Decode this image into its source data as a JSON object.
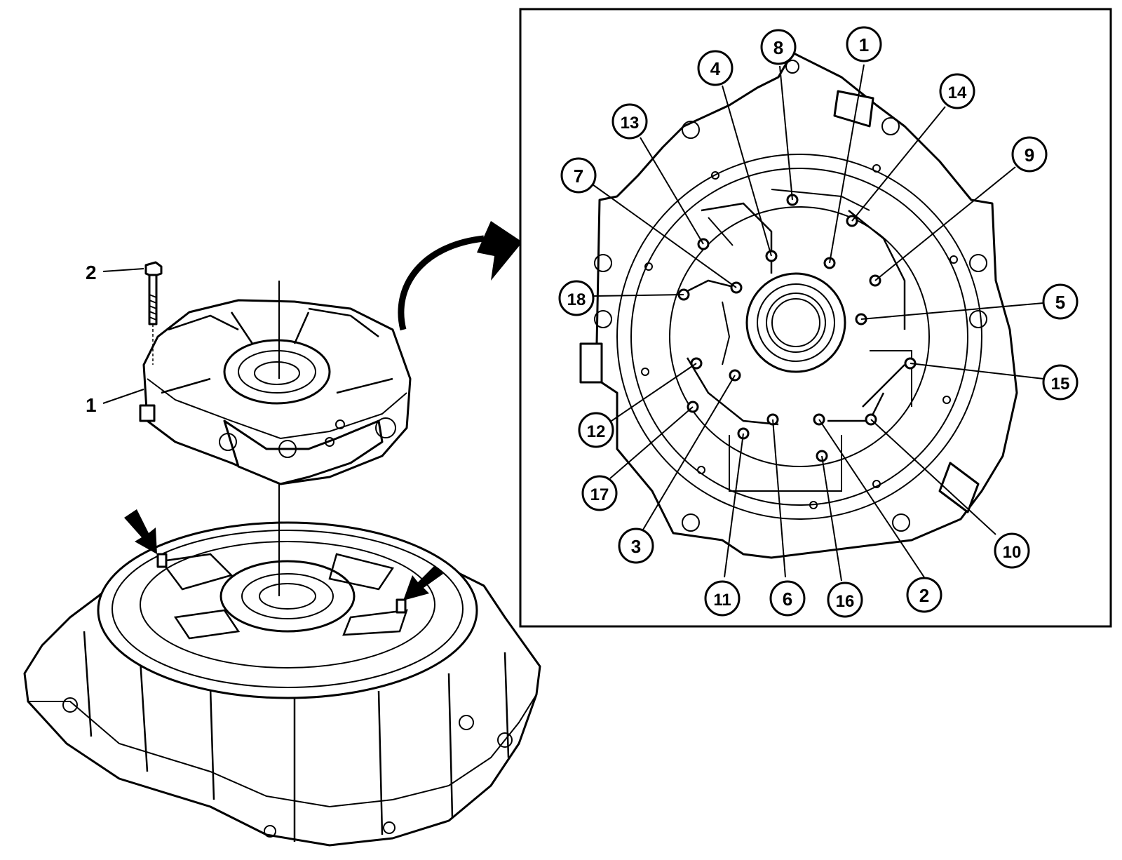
{
  "exploded_view": {
    "callouts": [
      {
        "id": "bolt",
        "label": "2"
      },
      {
        "id": "pump",
        "label": "1"
      }
    ]
  },
  "detail_view": {
    "callouts": [
      {
        "label": "1"
      },
      {
        "label": "2"
      },
      {
        "label": "3"
      },
      {
        "label": "4"
      },
      {
        "label": "5"
      },
      {
        "label": "6"
      },
      {
        "label": "7"
      },
      {
        "label": "8"
      },
      {
        "label": "9"
      },
      {
        "label": "10"
      },
      {
        "label": "11"
      },
      {
        "label": "12"
      },
      {
        "label": "13"
      },
      {
        "label": "14"
      },
      {
        "label": "15"
      },
      {
        "label": "16"
      },
      {
        "label": "17"
      },
      {
        "label": "18"
      }
    ]
  },
  "colors": {
    "line": "#000000",
    "background": "#ffffff"
  }
}
